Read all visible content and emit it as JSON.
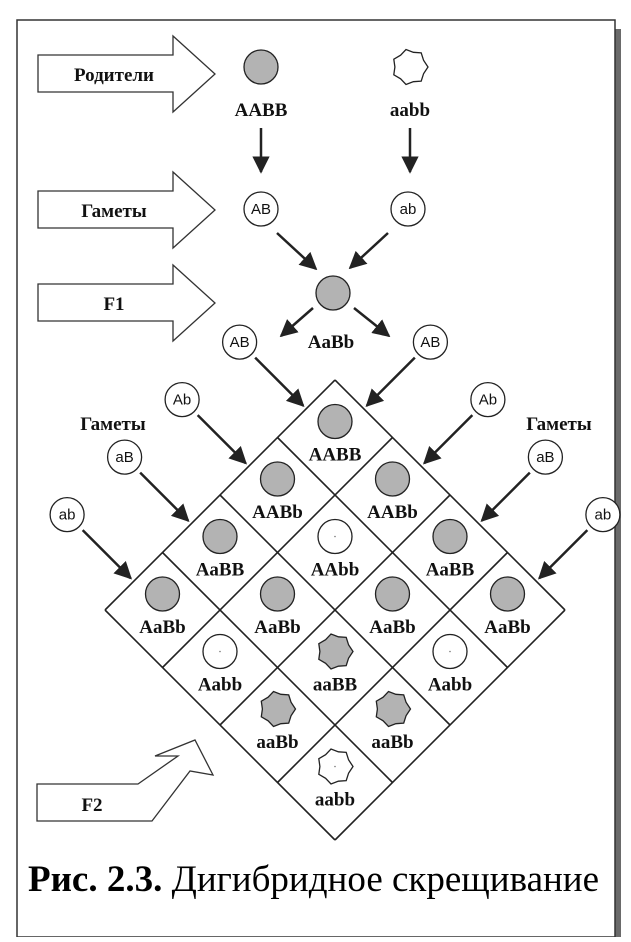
{
  "stages": {
    "parents": "Родители",
    "gametes": "Гаметы",
    "f1": "F1",
    "f2": "F2"
  },
  "grid_side_labels": {
    "left": "Гаметы",
    "right": "Гаметы"
  },
  "parents": [
    {
      "genotype": "AABB",
      "phenotype": "smooth-grey"
    },
    {
      "genotype": "aabb",
      "phenotype": "wrinkled-white"
    }
  ],
  "parent_gametes": [
    "AB",
    "ab"
  ],
  "f1": {
    "genotype": "AaBb",
    "phenotype": "smooth-grey"
  },
  "f1_gametes": [
    "AB",
    "Ab",
    "aB",
    "ab"
  ],
  "f2_grid": [
    [
      "AABB",
      "AABb",
      "AaBB",
      "AaBb"
    ],
    [
      "AABb",
      "AAbb",
      "AaBb",
      "Aabb"
    ],
    [
      "AaBB",
      "AaBb",
      "aaBB",
      "aaBb"
    ],
    [
      "AaBb",
      "Aabb",
      "aaBb",
      "aabb"
    ]
  ],
  "caption": {
    "label": "Рис. 2.3.",
    "text": "Дигибридное скрещивание"
  },
  "colors": {
    "grey_seed": "#b3b3b3",
    "white_seed": "#ffffff",
    "outline": "#222222"
  }
}
